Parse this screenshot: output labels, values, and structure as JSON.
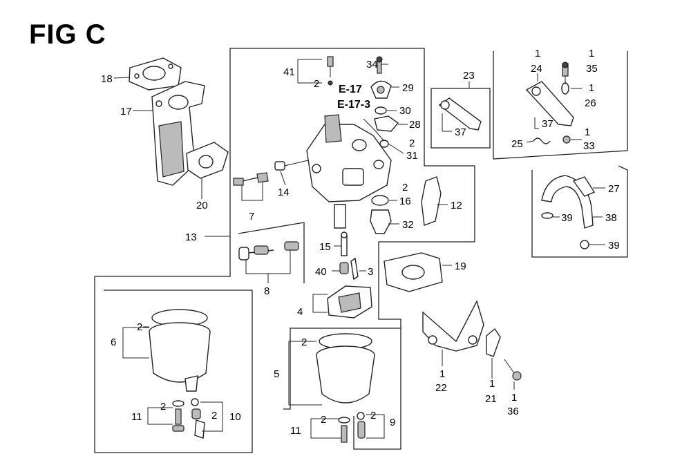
{
  "figure": {
    "title": "FIG C"
  },
  "references": [
    {
      "id": "ref-e17",
      "text": "E-17"
    },
    {
      "id": "ref-e17-3",
      "text": "E-17-3"
    }
  ],
  "callouts": [
    {
      "id": "c18",
      "text": "18"
    },
    {
      "id": "c17",
      "text": "17"
    },
    {
      "id": "c20",
      "text": "20"
    },
    {
      "id": "c41",
      "text": "41"
    },
    {
      "id": "c2a",
      "text": "2"
    },
    {
      "id": "c34",
      "text": "34"
    },
    {
      "id": "c29",
      "text": "29"
    },
    {
      "id": "c30",
      "text": "30"
    },
    {
      "id": "c28",
      "text": "28"
    },
    {
      "id": "c2b",
      "text": "2"
    },
    {
      "id": "c31",
      "text": "31"
    },
    {
      "id": "c14",
      "text": "14"
    },
    {
      "id": "c7",
      "text": "7"
    },
    {
      "id": "c2c",
      "text": "2"
    },
    {
      "id": "c16",
      "text": "16"
    },
    {
      "id": "c12",
      "text": "12"
    },
    {
      "id": "c32",
      "text": "32"
    },
    {
      "id": "c13",
      "text": "13"
    },
    {
      "id": "c15",
      "text": "15"
    },
    {
      "id": "c40",
      "text": "40"
    },
    {
      "id": "c3",
      "text": "3"
    },
    {
      "id": "c8",
      "text": "8"
    },
    {
      "id": "c19",
      "text": "19"
    },
    {
      "id": "c4",
      "text": "4"
    },
    {
      "id": "c23",
      "text": "23"
    },
    {
      "id": "c37a",
      "text": "37"
    },
    {
      "id": "c1a",
      "text": "1"
    },
    {
      "id": "c24",
      "text": "24"
    },
    {
      "id": "c1b",
      "text": "1"
    },
    {
      "id": "c35",
      "text": "35"
    },
    {
      "id": "c1c",
      "text": "1"
    },
    {
      "id": "c26",
      "text": "26"
    },
    {
      "id": "c37b",
      "text": "37"
    },
    {
      "id": "c25",
      "text": "25"
    },
    {
      "id": "c1d",
      "text": "1"
    },
    {
      "id": "c33",
      "text": "33"
    },
    {
      "id": "c27",
      "text": "27"
    },
    {
      "id": "c39a",
      "text": "39"
    },
    {
      "id": "c38",
      "text": "38"
    },
    {
      "id": "c39b",
      "text": "39"
    },
    {
      "id": "c2d",
      "text": "2"
    },
    {
      "id": "c6",
      "text": "6"
    },
    {
      "id": "c2e",
      "text": "2"
    },
    {
      "id": "c11a",
      "text": "11"
    },
    {
      "id": "c2f",
      "text": "2"
    },
    {
      "id": "c10",
      "text": "10"
    },
    {
      "id": "c2g",
      "text": "2"
    },
    {
      "id": "c5",
      "text": "5"
    },
    {
      "id": "c2h",
      "text": "2"
    },
    {
      "id": "c11b",
      "text": "11"
    },
    {
      "id": "c2i",
      "text": "2"
    },
    {
      "id": "c9",
      "text": "9"
    },
    {
      "id": "c1e",
      "text": "1"
    },
    {
      "id": "c22",
      "text": "22"
    },
    {
      "id": "c1f",
      "text": "1"
    },
    {
      "id": "c21",
      "text": "21"
    },
    {
      "id": "c1g",
      "text": "1"
    },
    {
      "id": "c36",
      "text": "36"
    }
  ]
}
